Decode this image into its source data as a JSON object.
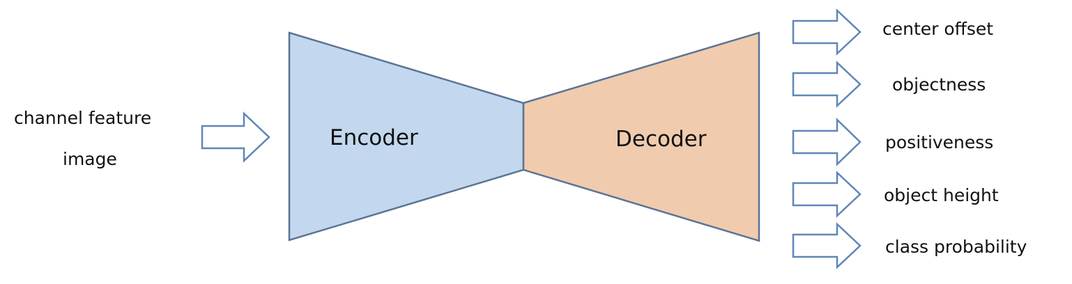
{
  "input": {
    "lines": [
      "channel feature",
      "image"
    ]
  },
  "encoder": {
    "label": "Encoder",
    "fill": "#c3d7ee",
    "stroke": "#5a7494"
  },
  "decoder": {
    "label": "Decoder",
    "fill": "#f0cbae",
    "stroke": "#5a7494"
  },
  "arrows": {
    "stroke": "#5f86b8",
    "fill": "#ffffff"
  },
  "outputs": [
    {
      "label": "center offset"
    },
    {
      "label": "objectness"
    },
    {
      "label": "positiveness"
    },
    {
      "label": "object height"
    },
    {
      "label": "class probability"
    }
  ]
}
